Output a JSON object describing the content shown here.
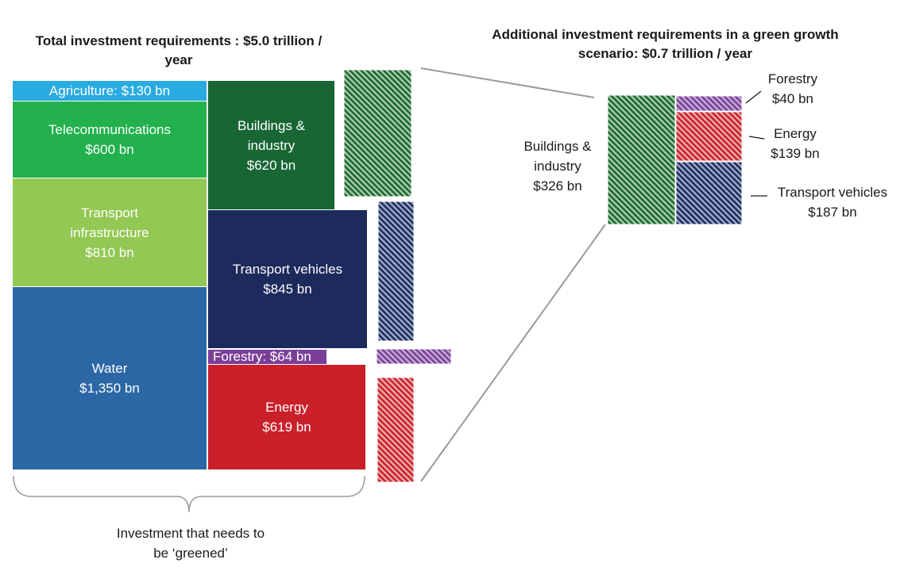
{
  "left_title": "Total investment requirements : $5.0 trillion / year",
  "right_title": "Additional investment requirements in a green growth scenario: $0.7 trillion / year",
  "brace_label": "Investment that needs to be ‘greened’",
  "colors": {
    "agriculture": "#29abe2",
    "telecommunications": "#22b14c",
    "transport_infrastructure": "#92c853",
    "water": "#2b67a5",
    "buildings": "#186634",
    "transport_vehicles": "#1c2a5c",
    "forestry": "#7a3f97",
    "energy": "#c9202a"
  },
  "chart_data": [
    {
      "type": "treemap",
      "title": "Total investment requirements : $5.0 trillion / year",
      "unit": "$ bn / year",
      "categories": [
        "Agriculture",
        "Telecommunications",
        "Transport infrastructure",
        "Water",
        "Buildings & industry",
        "Transport vehicles",
        "Forestry",
        "Energy"
      ],
      "values": [
        130,
        600,
        810,
        1350,
        620,
        845,
        64,
        619
      ],
      "labels": {
        "agriculture": {
          "name": "Agriculture:",
          "value": "$130 bn"
        },
        "telecommunications": {
          "name": "Telecommunications",
          "value": "$600 bn"
        },
        "transport_infrastructure": {
          "name1": "Transport",
          "name2": "infrastructure",
          "value": "$810 bn"
        },
        "water": {
          "name": "Water",
          "value": "$1,350 bn"
        },
        "buildings": {
          "name1": "Buildings &",
          "name2": "industry",
          "value": "$620 bn"
        },
        "transport_vehicles": {
          "name": "Transport vehicles",
          "value": "$845 bn"
        },
        "forestry": {
          "name": "Forestry:",
          "value": "$64 bn"
        },
        "energy": {
          "name": "Energy",
          "value": "$619 bn"
        }
      }
    },
    {
      "type": "treemap",
      "title": "Additional investment requirements in a green growth scenario: $0.7 trillion / year",
      "unit": "$ bn / year",
      "categories": [
        "Buildings & industry",
        "Forestry",
        "Energy",
        "Transport vehicles"
      ],
      "values": [
        326,
        40,
        139,
        187
      ],
      "labels": {
        "buildings": {
          "name1": "Buildings &",
          "name2": "industry",
          "value": "$326 bn"
        },
        "forestry": {
          "name": "Forestry",
          "value": "$40 bn"
        },
        "energy": {
          "name": "Energy",
          "value": "$139 bn"
        },
        "transport_vehicles": {
          "name": "Transport vehicles",
          "value": "$187 bn"
        }
      }
    }
  ]
}
